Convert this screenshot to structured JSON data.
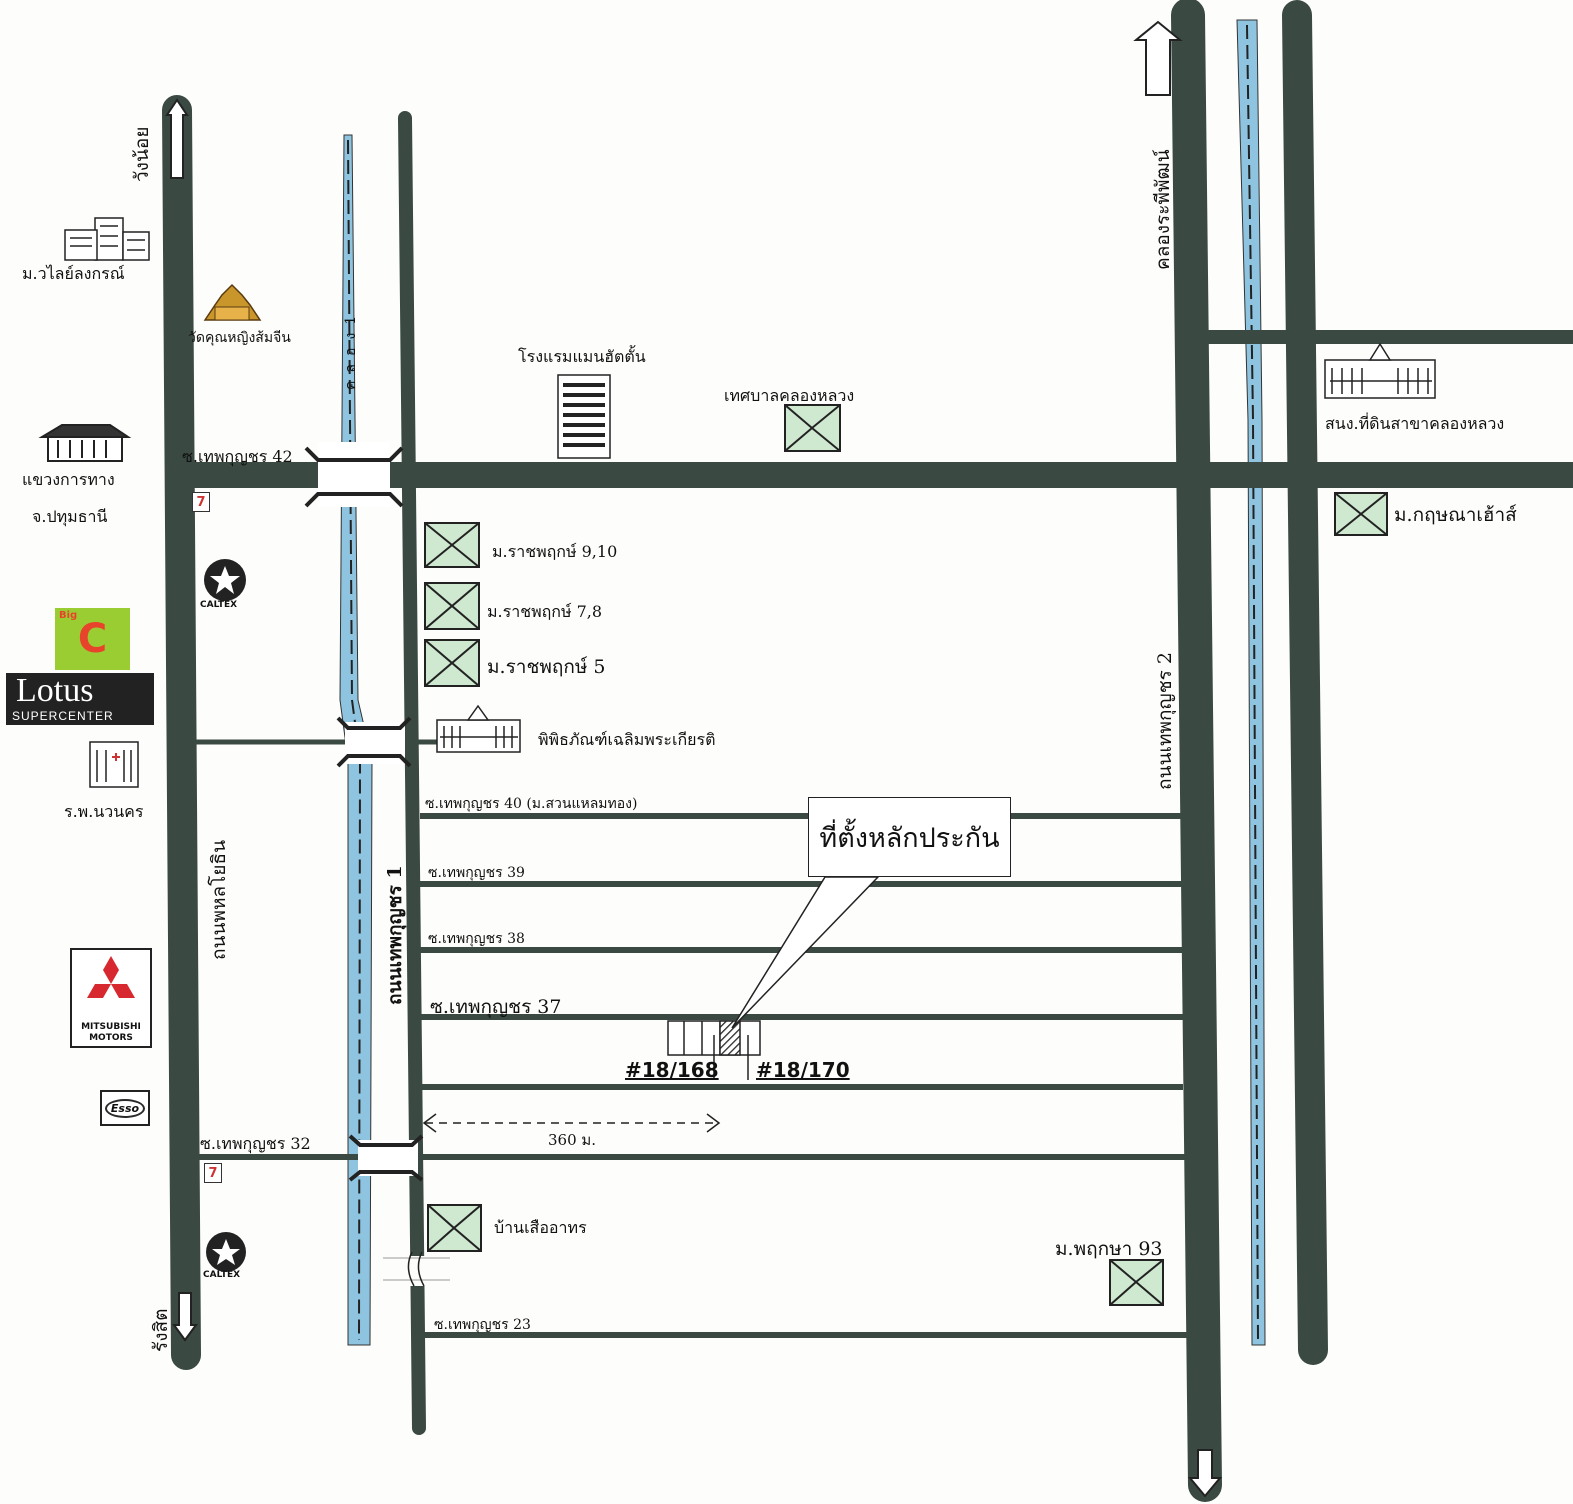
{
  "map": {
    "colors": {
      "road": "#3a4a42",
      "canal": "#8ec4e0",
      "box_fill": "#cfe8d0",
      "background": "#fdfdfb"
    },
    "roads": {
      "phahonyothin": "ถนนพหลโยธิน",
      "thepkunchon_1": "ถนนเทพกุญชร 1",
      "thepkunchon_2": "ถนนเทพกุญชร 2",
      "canal_rangsit": "คลองระพีพัฒน์",
      "khlong_1": "คลอง1"
    },
    "directions": {
      "north": "วังน้อย",
      "south": "รังสิต"
    },
    "sois": {
      "soi42": "ซ.เทพกุญชร 42",
      "soi40": "ซ.เทพกุญชร 40 (ม.สวนแหลมทอง)",
      "soi39": "ซ.เทพกุญชร 39",
      "soi38": "ซ.เทพกุญชร 38",
      "soi37": "ซ.เทพกุญชร 37",
      "soi32": "ซ.เทพกุญชร 32",
      "soi23": "ซ.เทพกุญชร 23"
    },
    "landmarks": {
      "vilai": "ม.วไลย์ลงกรณ์",
      "temple": "วัดคุณหญิงส้มจีน",
      "highway_office": "แขวงการทาง",
      "province": "จ.ปทุมธานี",
      "hotel": "โรงแรมแมนฮัตตั้น",
      "municipality": "เทศบาลคลองหลวง",
      "land_office": "สนง.ที่ดินสาขาคลองหลวง",
      "kritsana": "ม.กฤษณาเฮ้าส์",
      "rajapruek_910": "ม.ราชพฤกษ์ 9,10",
      "rajapruek_78": "ม.ราชพฤกษ์ 7,8",
      "rajapruek_5": "ม.ราชพฤกษ์ 5",
      "museum": "พิพิธภัณฑ์เฉลิมพระเกียรติ",
      "hospital": "ร.พ.นวนคร",
      "baan_suea": "บ้านเสืออาทร",
      "pruksa": "ม.พฤกษา 93"
    },
    "brands": {
      "lotus_top": "Lotus",
      "lotus_bottom": "SUPERCENTER",
      "bigc": "C",
      "bigc_small": "Big",
      "caltex": "CALTEX",
      "mitsubishi_1": "MITSUBISHI",
      "mitsubishi_2": "MOTORS",
      "esso": "Esso",
      "seven": "7"
    },
    "collateral": {
      "callout": "ที่ตั้งหลักประกัน",
      "plot_a": "#18/168",
      "plot_b": "#18/170"
    },
    "distance": "360 ม."
  }
}
